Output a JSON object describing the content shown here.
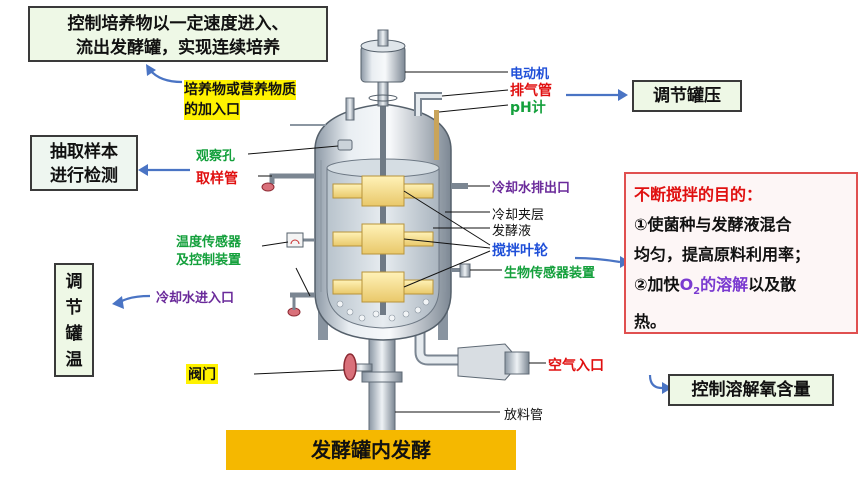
{
  "top_box": {
    "line1": "控制培养物以一定速度进入、",
    "line2": "流出发酵罐，实现连续培养"
  },
  "feed_inlet": {
    "line1": "培养物或营养物质",
    "line2": "的加入口"
  },
  "sampling_box": {
    "line1": "抽取样本",
    "line2": "进行检测"
  },
  "observation_hole": "观察孔",
  "sampling_tube": "取样管",
  "temp_sensor": {
    "line1": "温度传感器",
    "line2": "及控制装置"
  },
  "cooling_water_inlet": "冷却水进入口",
  "temp_box": [
    "调",
    "节",
    "罐",
    "温"
  ],
  "valve": "阀门",
  "motor": "电动机",
  "exhaust_pipe": "排气管",
  "ph_meter": "pH计",
  "pressure_box": "调节罐压",
  "cooling_water_outlet": "冷却水排出口",
  "cooling_jacket": "冷却夹层",
  "broth": "发酵液",
  "impeller": "搅拌叶轮",
  "biosensor": "生物传感器装置",
  "stir_box": {
    "title": "不断搅拌的目的：",
    "p1_line1": "①使菌种与发酵液混合",
    "p1_line2": "均匀，提高原料利用率；",
    "p2_pre": "②加快",
    "p2_o": "O",
    "p2_sub": "2",
    "p2_mid": "的溶解",
    "p2_post": "以及散",
    "p2_line2": "热。"
  },
  "air_inlet": "空气入口",
  "oxygen_box": "控制溶解氧含量",
  "discharge_pipe": "放料管",
  "title": "发酵罐内发酵"
}
